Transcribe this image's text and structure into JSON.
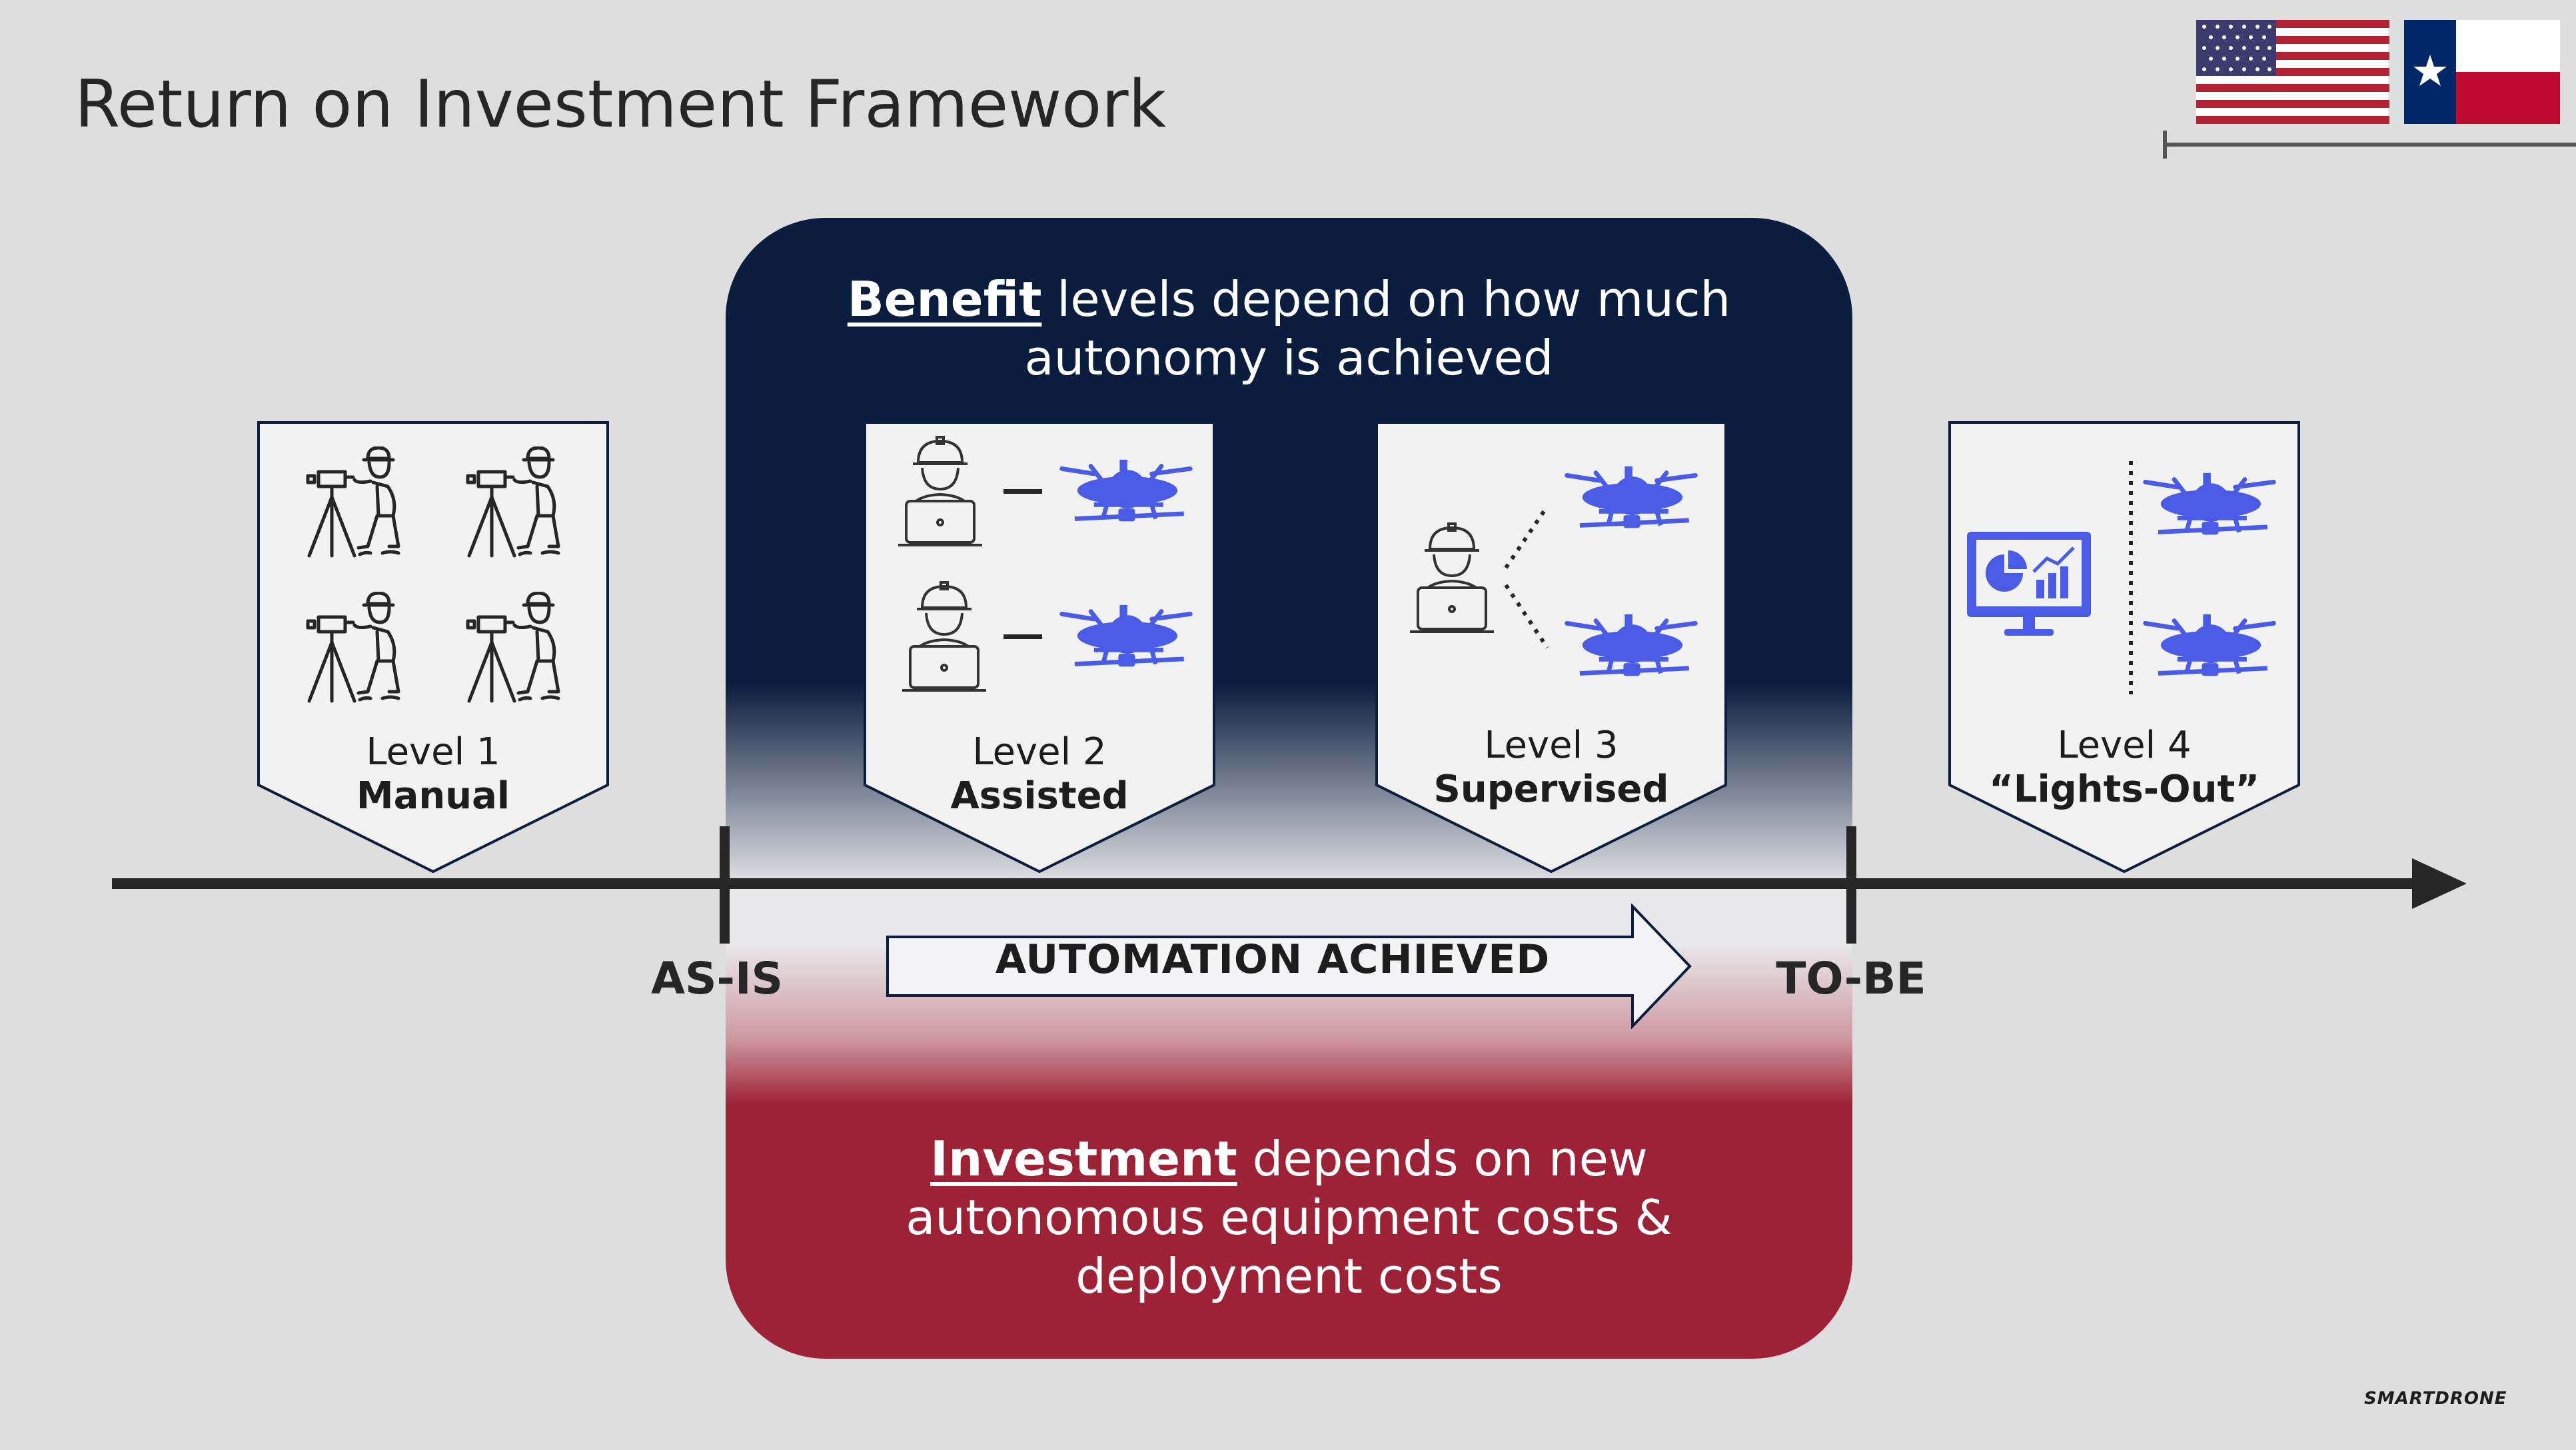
{
  "title": "Return on Investment Framework",
  "benefit": {
    "keyword": "Benefit",
    "line1_rest": " levels depend on how much",
    "line2": "autonomy is achieved"
  },
  "investment": {
    "keyword": "Investment",
    "line1_rest": " depends on new",
    "line2": "autonomous equipment costs &",
    "line3": "deployment costs"
  },
  "timeline": {
    "start_label": "AS-IS",
    "end_label": "TO-BE",
    "arrow_label": "AUTOMATION ACHIEVED"
  },
  "levels": [
    {
      "name": "Level 1",
      "title": "Manual",
      "icon": "surveyors-icon"
    },
    {
      "name": "Level 2",
      "title": "Assisted",
      "icon": "operator-drone-pairs-icon"
    },
    {
      "name": "Level 3",
      "title": "Supervised",
      "icon": "operator-multiple-drones-icon"
    },
    {
      "name": "Level 4",
      "title": "“Lights-Out”",
      "icon": "dashboard-drones-icon"
    }
  ],
  "logo_text": "SMARTDRONE",
  "flags": [
    "us-flag-icon",
    "texas-flag-icon"
  ],
  "colors": {
    "navy": "#0b1d3e",
    "red": "#9e2236",
    "drone_blue": "#4a5ce6",
    "background": "#dededf"
  }
}
